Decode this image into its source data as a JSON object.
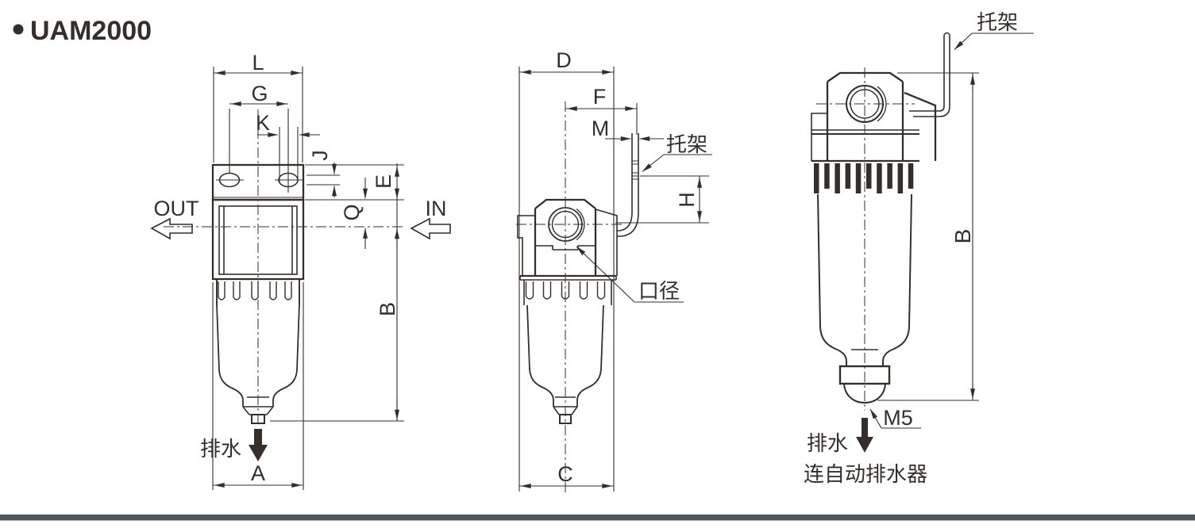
{
  "title": {
    "text": "UAM2000"
  },
  "colors": {
    "line": "#352e2b",
    "footer_bar": "#4e585c",
    "background": "#ffffff"
  },
  "front_view": {
    "dims": {
      "L": "L",
      "G": "G",
      "K": "K",
      "J": "J",
      "E": "E",
      "Q": "Q",
      "B": "B",
      "A": "A"
    },
    "labels": {
      "out": "OUT",
      "in": "IN",
      "drain": "排水"
    }
  },
  "side_view": {
    "dims": {
      "D": "D",
      "F": "F",
      "M": "M",
      "H": "H",
      "C": "C"
    },
    "labels": {
      "bracket": "托架",
      "port_size": "口径"
    }
  },
  "drain_view": {
    "dims": {
      "B": "B"
    },
    "labels": {
      "bracket": "托架",
      "thread": "M5",
      "drain": "排水",
      "caption": "连自动排水器"
    }
  }
}
